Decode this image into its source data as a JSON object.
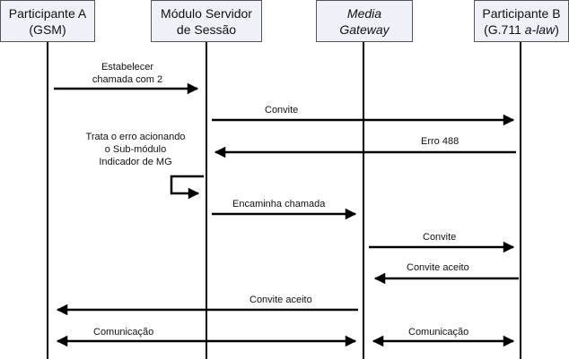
{
  "participants": [
    {
      "id": "a",
      "line1": "Participante A",
      "line2": "(GSM)"
    },
    {
      "id": "server",
      "line1": "Módulo Servidor",
      "line2": "de Sessão"
    },
    {
      "id": "gateway",
      "line1": "Media",
      "line2": "Gateway"
    },
    {
      "id": "b",
      "line1": "Participante B",
      "line2_prefix": "(G.711 ",
      "line2_italic": "a-law",
      "line2_suffix": ")"
    }
  ],
  "messages": [
    {
      "from": "a",
      "to": "server",
      "label_line1": "Estabelecer",
      "label_line2": "chamada com 2"
    },
    {
      "from": "server",
      "to": "b",
      "label": "Convite"
    },
    {
      "from": "b",
      "to": "server",
      "label": "Erro 488"
    },
    {
      "from": "server",
      "to": "server",
      "type": "self",
      "note_line1": "Trata o erro acionando",
      "note_line2": "o Sub-módulo",
      "note_line3": "Indicador de MG"
    },
    {
      "from": "server",
      "to": "gateway",
      "label": "Encaminha chamada"
    },
    {
      "from": "gateway",
      "to": "b",
      "label": "Convite"
    },
    {
      "from": "b",
      "to": "gateway",
      "label": "Convite aceito"
    },
    {
      "from": "gateway",
      "to": "a",
      "label": "Convite aceito"
    },
    {
      "from": "a",
      "to": "gateway",
      "type": "bidirectional",
      "label": "Comunicação"
    },
    {
      "from": "gateway",
      "to": "b",
      "type": "bidirectional",
      "label": "Comunicação"
    }
  ]
}
